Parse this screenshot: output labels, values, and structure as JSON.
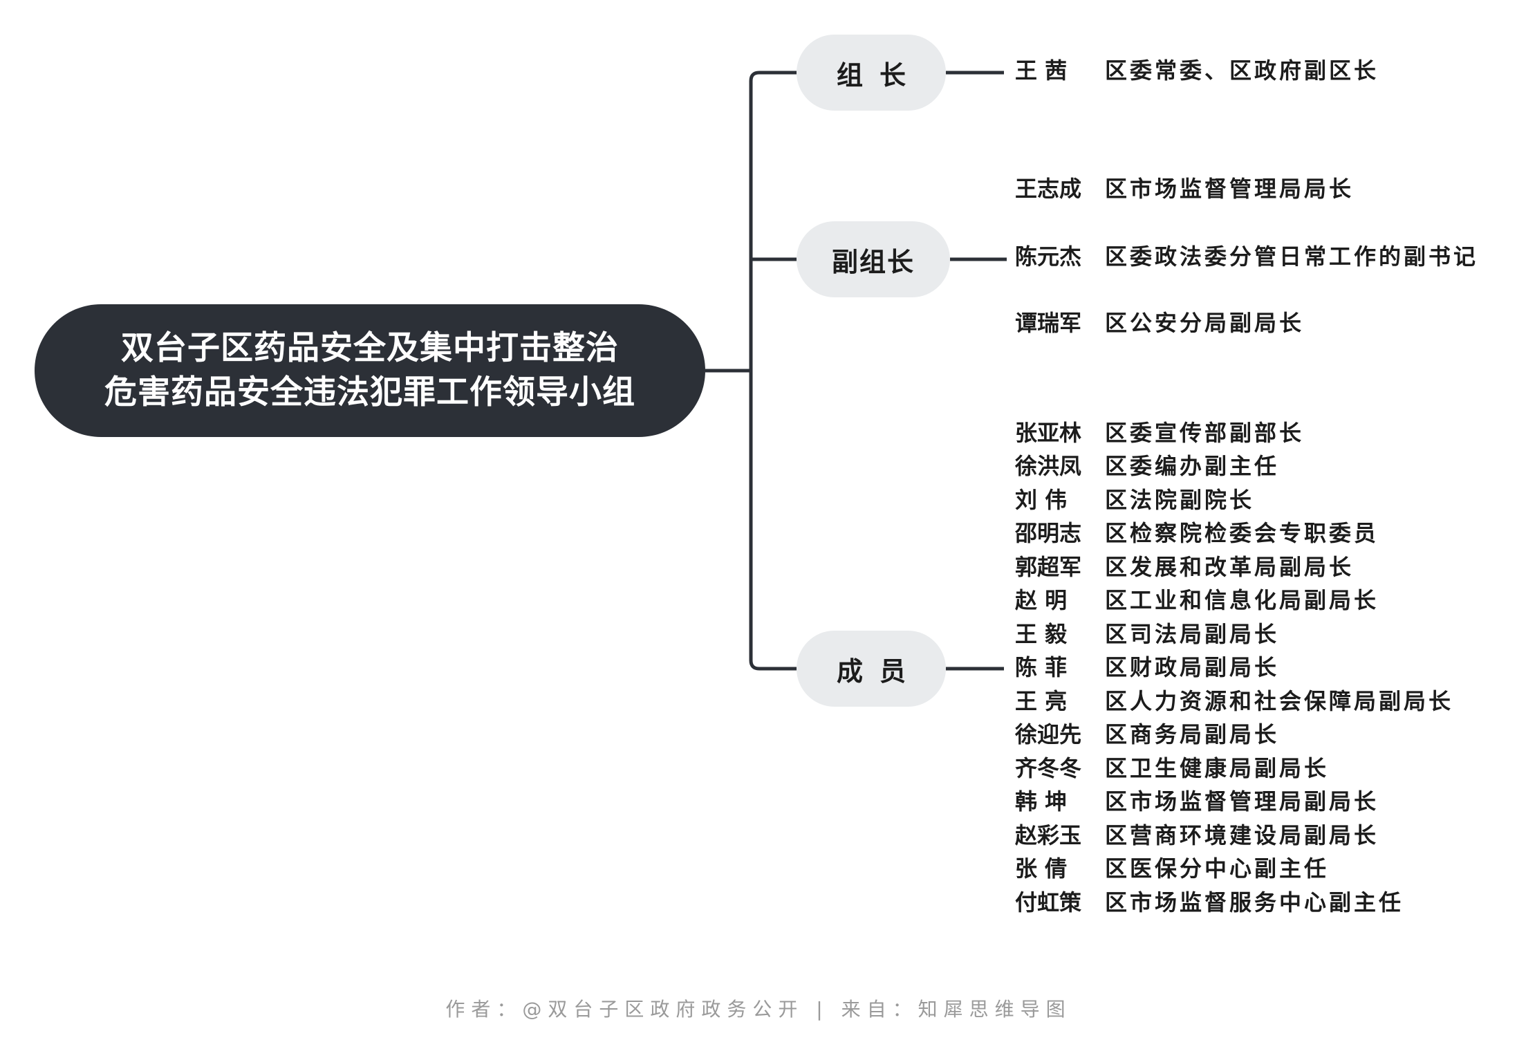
{
  "root": {
    "title_line1": "双台子区药品安全及集中打击整治",
    "title_line2": "危害药品安全违法犯罪工作领导小组"
  },
  "groups": {
    "leader": {
      "label": "组长",
      "people": [
        {
          "name": "王 茜",
          "title": "区委常委、区政府副区长"
        }
      ]
    },
    "deputy": {
      "label": "副组长",
      "people": [
        {
          "name": "王志成",
          "title": "区市场监督管理局局长"
        },
        {
          "name": "陈元杰",
          "title": "区委政法委分管日常工作的副书记"
        },
        {
          "name": "谭瑞军",
          "title": "区公安分局副局长"
        }
      ]
    },
    "members": {
      "label": "成员",
      "people": [
        {
          "name": "张亚林",
          "title": "区委宣传部副部长"
        },
        {
          "name": "徐洪凤",
          "title": "区委编办副主任"
        },
        {
          "name": "刘 伟",
          "title": "区法院副院长"
        },
        {
          "name": "邵明志",
          "title": "区检察院检委会专职委员"
        },
        {
          "name": "郭超军",
          "title": "区发展和改革局副局长"
        },
        {
          "name": "赵 明",
          "title": "区工业和信息化局副局长"
        },
        {
          "name": "王 毅",
          "title": "区司法局副局长"
        },
        {
          "name": "陈 菲",
          "title": "区财政局副局长"
        },
        {
          "name": "王 亮",
          "title": "区人力资源和社会保障局副局长"
        },
        {
          "name": "徐迎先",
          "title": "区商务局副局长"
        },
        {
          "name": "齐冬冬",
          "title": "区卫生健康局副局长"
        },
        {
          "name": "韩 坤",
          "title": "区市场监督管理局副局长"
        },
        {
          "name": "赵彩玉",
          "title": "区营商环境建设局副局长"
        },
        {
          "name": "张 倩",
          "title": "区医保分中心副主任"
        },
        {
          "name": "付虹策",
          "title": "区市场监督服务中心副主任"
        }
      ]
    }
  },
  "footer": "作者：@双台子区政府政务公开 | 来自：知犀思维导图",
  "colors": {
    "root_bg": "#2c3037",
    "branch_bg": "#e9ebed",
    "connector": "#2c3037",
    "text": "#1c1c1c",
    "footer_text": "#9a9a9a"
  }
}
